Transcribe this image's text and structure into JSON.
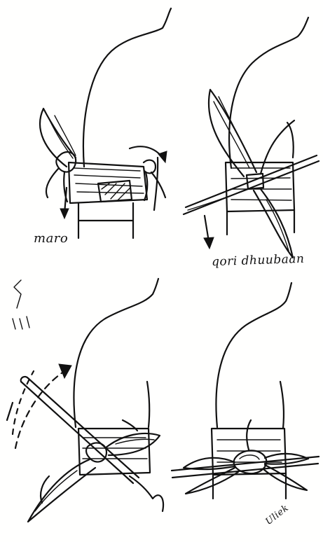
{
  "labels": {
    "maro": "maro",
    "qori_dhuubaan": "qori dhuubaan",
    "signature": "Uliek"
  }
}
